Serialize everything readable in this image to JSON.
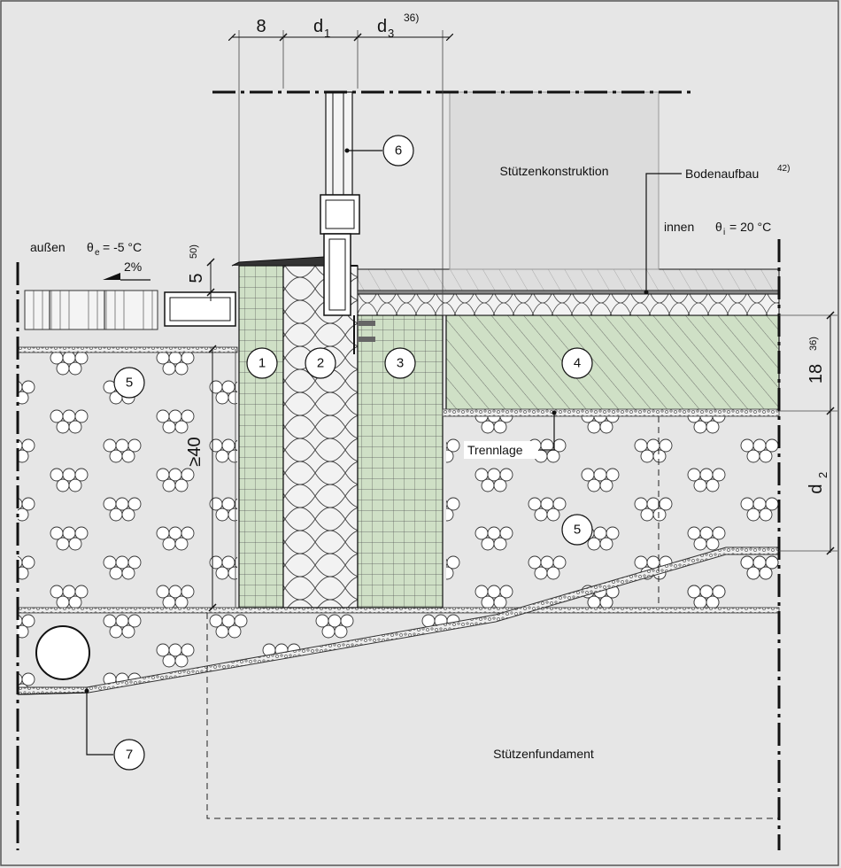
{
  "dimensions": {
    "d8": "8",
    "d1_base": "d",
    "d1_sub": "1",
    "d3_base": "d",
    "d3_sub": "3",
    "d3_note": "36)",
    "d5": "5",
    "d5_note": "50)",
    "d40": "≥40",
    "d18": "18",
    "d18_note": "36)",
    "d2_base": "d",
    "d2_sub": "2"
  },
  "labels": {
    "outside": "außen",
    "theta_e_sym": "θ",
    "theta_e_sub": "e",
    "theta_e_val": "= -5 °C",
    "inside": "innen",
    "theta_i_sym": "θ",
    "theta_i_sub": "i",
    "theta_i_val": "= 20 °C",
    "slope": "2%",
    "column_construction": "Stützenkonstruktion",
    "floor_build_up": "Bodenaufbau",
    "floor_build_up_note": "42)",
    "separating_layer": "Trennlage",
    "column_foundation": "Stützenfundament"
  },
  "markers": [
    "1",
    "2",
    "3",
    "4",
    "5",
    "5",
    "6",
    "7"
  ],
  "colors": {
    "background": "#e6e6e6",
    "green": "#cfe0c6",
    "grey_fill": "#dcdcdc",
    "line": "#111111"
  }
}
